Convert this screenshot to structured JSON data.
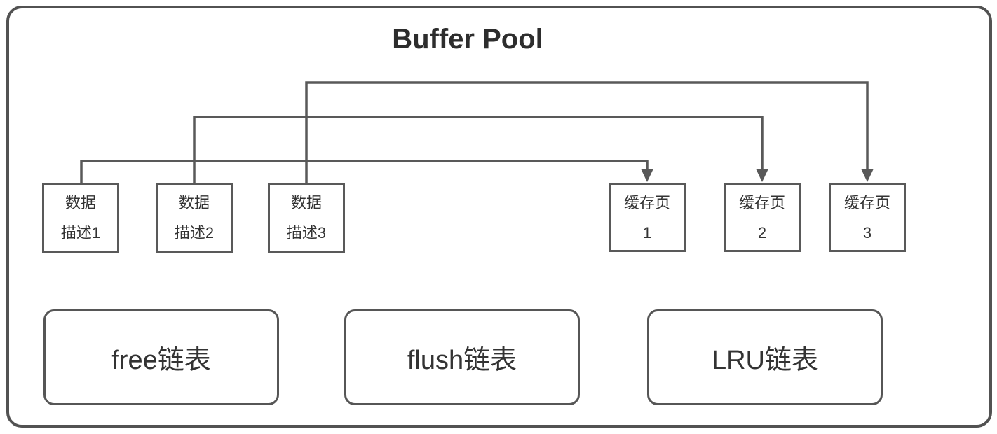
{
  "title": "Buffer Pool",
  "colors": {
    "outer_border": "#525252",
    "box_border": "#595959",
    "connector_line": "#595959",
    "text": "#333333"
  },
  "control_blocks": [
    {
      "line1": "数据",
      "line2": "描述1"
    },
    {
      "line1": "数据",
      "line2": "描述2"
    },
    {
      "line1": "数据",
      "line2": "描述3"
    }
  ],
  "cache_pages": [
    {
      "line1": "缓存页",
      "line2": "1"
    },
    {
      "line1": "缓存页",
      "line2": "2"
    },
    {
      "line1": "缓存页",
      "line2": "3"
    }
  ],
  "linked_lists": [
    {
      "label": "free链表"
    },
    {
      "label": "flush链表"
    },
    {
      "label": "LRU链表"
    }
  ]
}
